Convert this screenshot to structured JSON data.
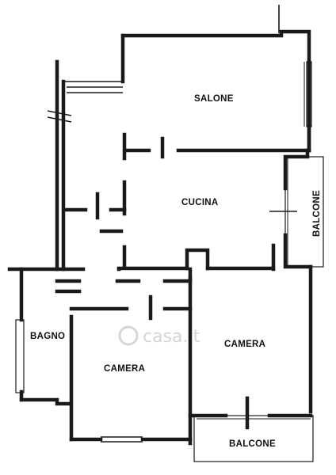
{
  "rooms": {
    "salone": "SALONE",
    "cucina": "CUCINA",
    "bagno": "BAGNO",
    "camera_left": "CAMERA",
    "camera_right": "CAMERA",
    "balcone_right": "BALCONE",
    "balcone_bottom": "BALCONE"
  },
  "watermark": "casa.it",
  "colors": {
    "ink": "#1a1a1a",
    "watermark": "#d6d6d6",
    "background": "#ffffff"
  }
}
